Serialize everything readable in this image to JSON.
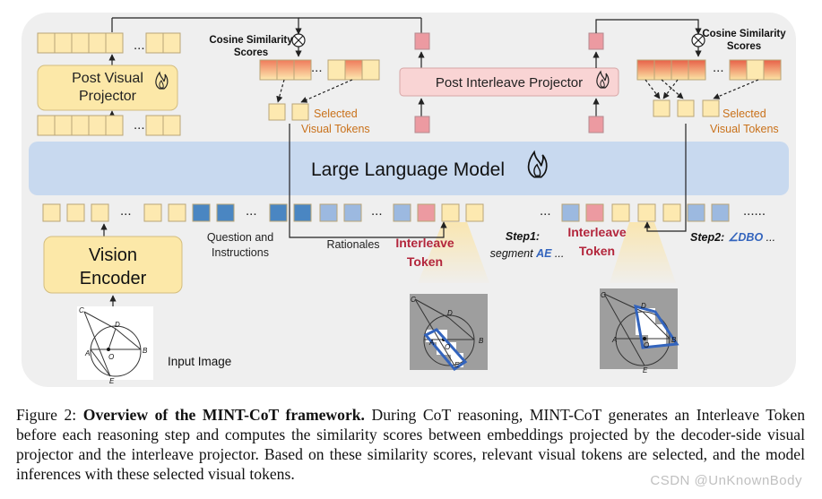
{
  "diagram": {
    "post_visual_projector": [
      "Post Visual",
      "Projector"
    ],
    "post_interleave_projector": "Post Interleave Projector",
    "cosine_left": [
      "Cosine Similarity",
      "Scores"
    ],
    "cosine_right": [
      "Cosine Similarity",
      "Scores"
    ],
    "selected_left": [
      "Selected",
      "Visual Tokens"
    ],
    "selected_right": [
      "Selected",
      "Visual Tokens"
    ],
    "llm": "Large Language Model",
    "vision_encoder": [
      "Vision",
      "Encoder"
    ],
    "question_label": [
      "Question and",
      "Instructions"
    ],
    "rationales": "Rationales",
    "interleave_left": [
      "Interleave",
      "Token"
    ],
    "interleave_right": [
      "Interleave",
      "Token"
    ],
    "step1": "Step1:",
    "step1_sub_prefix": "segment ",
    "step1_sub_highlight": "AE",
    "step1_sub_suffix": " ...",
    "step2": "Step2:",
    "step2_angle": "∠DBO",
    "step2_suffix": " ...",
    "input_image": "Input Image",
    "ellipsis": "...",
    "ellipsis_long": "......",
    "geometry_labels": [
      "C",
      "D",
      "A",
      "O",
      "B",
      "E"
    ]
  },
  "colors": {
    "token_yellow": "#fde9b0",
    "token_yellow_border": "#b9a577",
    "token_blue_dark": "#4a86c2",
    "token_blue_light": "#9cb9e0",
    "token_red": "#ec9aa1",
    "llm_fill": "#c8d9ef",
    "accent_orange": "#c9711a",
    "accent_red": "#b3263c",
    "accent_blue": "#3364bd"
  },
  "caption": {
    "prefix": "Figure 2: ",
    "bold": "Overview of the MINT-CoT framework.",
    "body": " During CoT reasoning, MINT-CoT generates an Interleave Token before each reasoning step and computes the similarity scores between embeddings projected by the decoder-side visual projector and the interleave projector. Based on these similarity scores, relevant visual tokens are selected, and the model inferences with these selected visual tokens."
  },
  "watermark": "CSDN @UnKnownBody"
}
